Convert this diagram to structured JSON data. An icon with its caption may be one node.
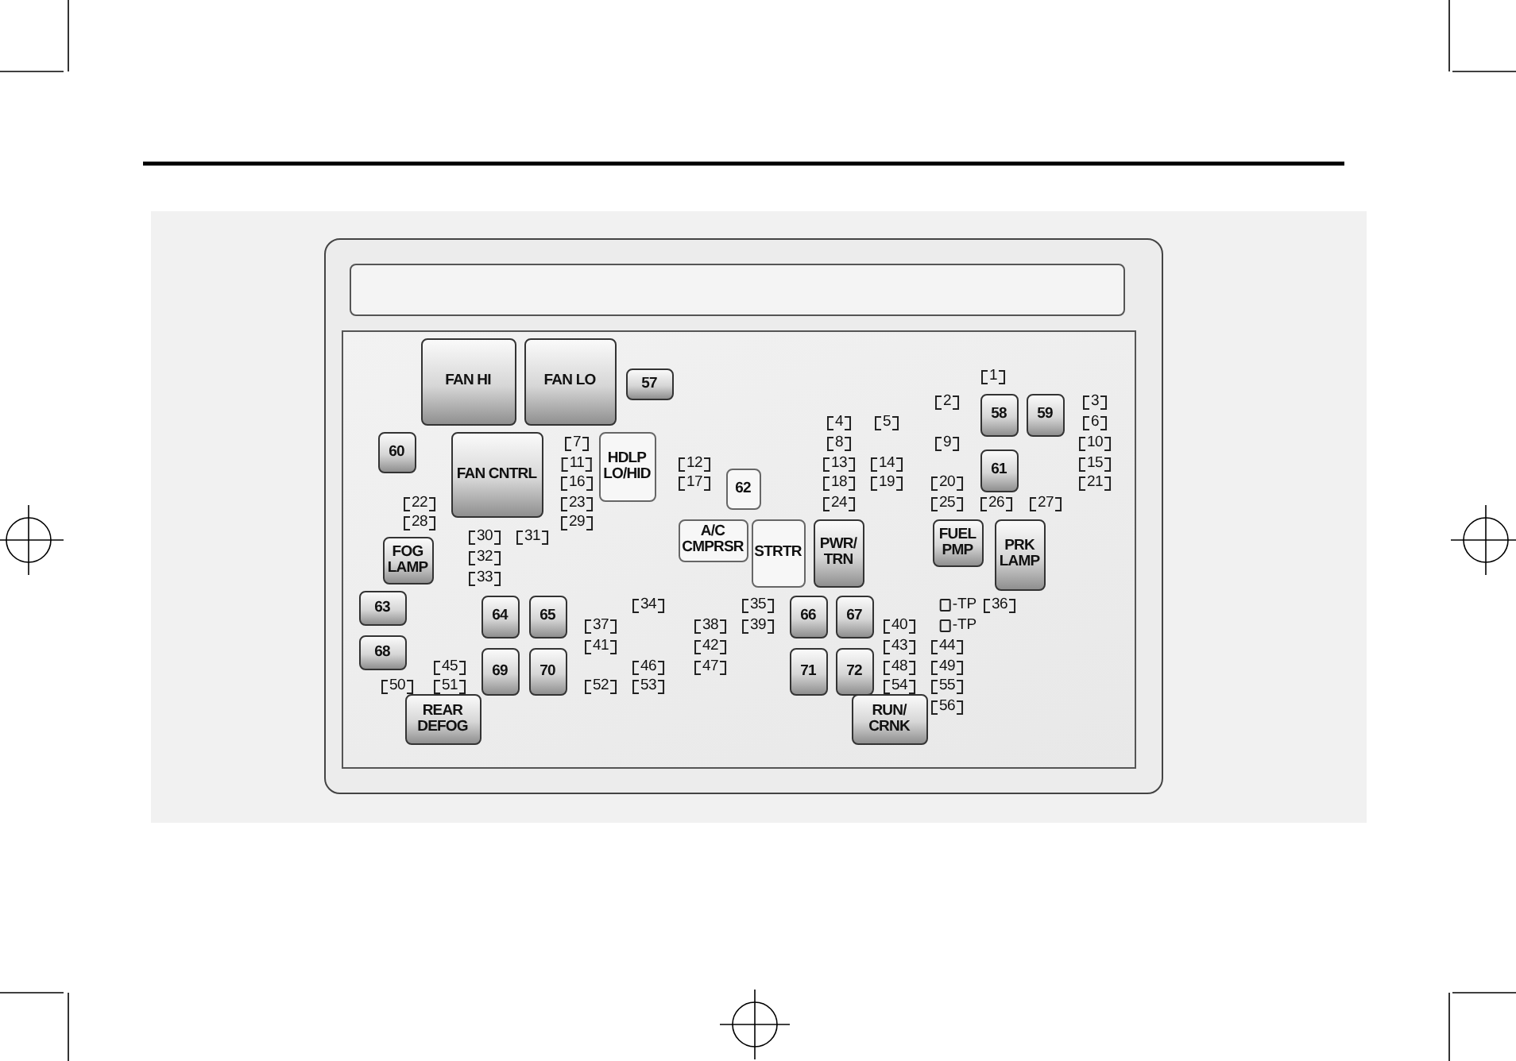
{
  "diagram": {
    "nodes": [
      {
        "text": [],
        "shape": "box"
      },
      {
        "text": [],
        "shape": "box",
        "in": 0
      },
      {
        "text": [],
        "shape": "box",
        "in": 0
      },
      {
        "text": [
          "FAN HI"
        ],
        "in": 2
      },
      {
        "text": [
          "FAN LO"
        ],
        "in": 2
      },
      {
        "text": [
          "57"
        ],
        "in": 2
      },
      {
        "text": [
          "58"
        ],
        "in": 2
      },
      {
        "text": [
          "59"
        ],
        "in": 2
      },
      {
        "text": [
          "60"
        ],
        "in": 2
      },
      {
        "text": [
          "FAN CNTRL"
        ],
        "in": 2
      },
      {
        "text": [
          "HDLP LO/HID"
        ],
        "in": 2
      },
      {
        "text": [
          "61"
        ],
        "in": 2
      },
      {
        "text": [
          "62"
        ],
        "in": 2
      },
      {
        "text": [
          "A/C CMPRSR"
        ],
        "in": 2
      },
      {
        "text": [
          "STRTR"
        ],
        "in": 2
      },
      {
        "text": [
          "PWR/ TRN"
        ],
        "in": 2
      },
      {
        "text": [
          "FUEL PMP"
        ],
        "in": 2
      },
      {
        "text": [
          "PRK LAMP"
        ],
        "in": 2
      },
      {
        "text": [
          "FOG LAMP"
        ],
        "in": 2
      },
      {
        "text": [
          "63"
        ],
        "in": 2
      },
      {
        "text": [
          "64"
        ],
        "in": 2
      },
      {
        "text": [
          "65"
        ],
        "in": 2
      },
      {
        "text": [
          "66"
        ],
        "in": 2
      },
      {
        "text": [
          "67"
        ],
        "in": 2
      },
      {
        "text": [
          "68"
        ],
        "in": 2
      },
      {
        "text": [
          "69"
        ],
        "in": 2
      },
      {
        "text": [
          "70"
        ],
        "in": 2
      },
      {
        "text": [
          "71"
        ],
        "in": 2
      },
      {
        "text": [
          "72"
        ],
        "in": 2
      },
      {
        "text": [
          "REAR DEFOG"
        ],
        "in": 2
      },
      {
        "text": [
          "RUN/ CRNK"
        ],
        "in": 2
      }
    ],
    "labels": [
      "1",
      "2",
      "3",
      "4",
      "5",
      "6",
      "7",
      "8",
      "9",
      "10",
      "11",
      "12",
      "13",
      "14",
      "15",
      "16",
      "17",
      "18",
      "19",
      "20",
      "21",
      "22",
      "23",
      "24",
      "25",
      "26",
      "27",
      "28",
      "29",
      "30",
      "31",
      "32",
      "33",
      "34",
      "35",
      "-TP",
      "36",
      "37",
      "38",
      "39",
      "40",
      "-TP",
      "41",
      "42",
      "43",
      "44",
      "45",
      "46",
      "47",
      "48",
      "49",
      "50",
      "51",
      "52",
      "53",
      "54",
      "55",
      "56"
    ]
  }
}
